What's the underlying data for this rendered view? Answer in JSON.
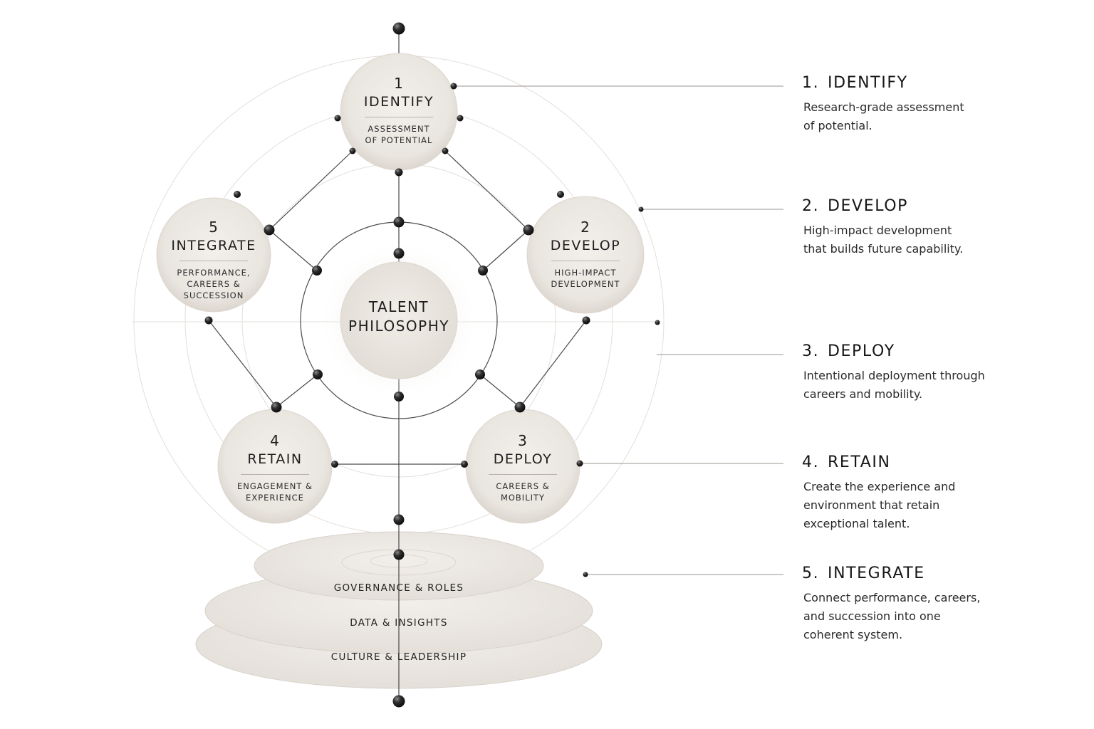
{
  "center": {
    "line1": "TALENT",
    "line2": "PHILOSOPHY"
  },
  "nodes": [
    {
      "num": "1",
      "title": "IDENTIFY",
      "sub1": "ASSESSMENT",
      "sub2": "OF POTENTIAL",
      "sub3": ""
    },
    {
      "num": "2",
      "title": "DEVELOP",
      "sub1": "HIGH-IMPACT",
      "sub2": "DEVELOPMENT",
      "sub3": ""
    },
    {
      "num": "3",
      "title": "DEPLOY",
      "sub1": "CAREERS &",
      "sub2": "MOBILITY",
      "sub3": ""
    },
    {
      "num": "4",
      "title": "RETAIN",
      "sub1": "ENGAGEMENT &",
      "sub2": "EXPERIENCE",
      "sub3": ""
    },
    {
      "num": "5",
      "title": "INTEGRATE",
      "sub1": "PERFORMANCE,",
      "sub2": "CAREERS &",
      "sub3": "SUCCESSION"
    }
  ],
  "layers": [
    "GOVERNANCE & ROLES",
    "DATA & INSIGHTS",
    "CULTURE & LEADERSHIP"
  ],
  "legend": [
    {
      "num": "1.",
      "title": "IDENTIFY",
      "line1": "Research-grade assessment",
      "line2": "of potential.",
      "line3": ""
    },
    {
      "num": "2.",
      "title": "DEVELOP",
      "line1": "High-impact development",
      "line2": "that builds future capability.",
      "line3": ""
    },
    {
      "num": "3.",
      "title": "DEPLOY",
      "line1": "Intentional deployment through",
      "line2": "careers and mobility.",
      "line3": ""
    },
    {
      "num": "4.",
      "title": "RETAIN",
      "line1": "Create the experience and",
      "line2": "environment that retain",
      "line3": "exceptional talent."
    },
    {
      "num": "5.",
      "title": "INTEGRATE",
      "line1": "Connect performance, careers,",
      "line2": "and succession into one",
      "line3": "coherent system."
    }
  ],
  "colors": {
    "node_fill": "#ece8e3",
    "bead": "#2a2a2a",
    "line": "#4a4a4a",
    "faint": "#d9d4ce"
  }
}
